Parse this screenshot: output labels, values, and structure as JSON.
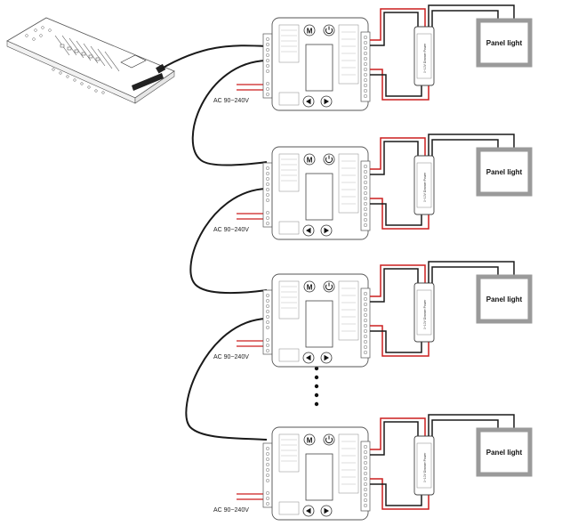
{
  "diagram": {
    "ac_label": "AC 90~240V",
    "panel_label": "Panel light",
    "dimmer_label": "0~10V Dimmer Power",
    "decoder_button_m": "M",
    "decoder_button_power": "⏻"
  },
  "colors": {
    "wire_red": "#cc1f1f",
    "wire_black": "#1a1a1a",
    "wire_gray": "#8a8a8a",
    "panel_border": "#9a9a9a",
    "device_stroke": "#555555"
  },
  "icons": {
    "dmx_console": "dmx-console-icon",
    "decoder": "dmx-decoder-icon",
    "dimmer": "dimmer-power-icon",
    "panel": "panel-light-icon"
  }
}
